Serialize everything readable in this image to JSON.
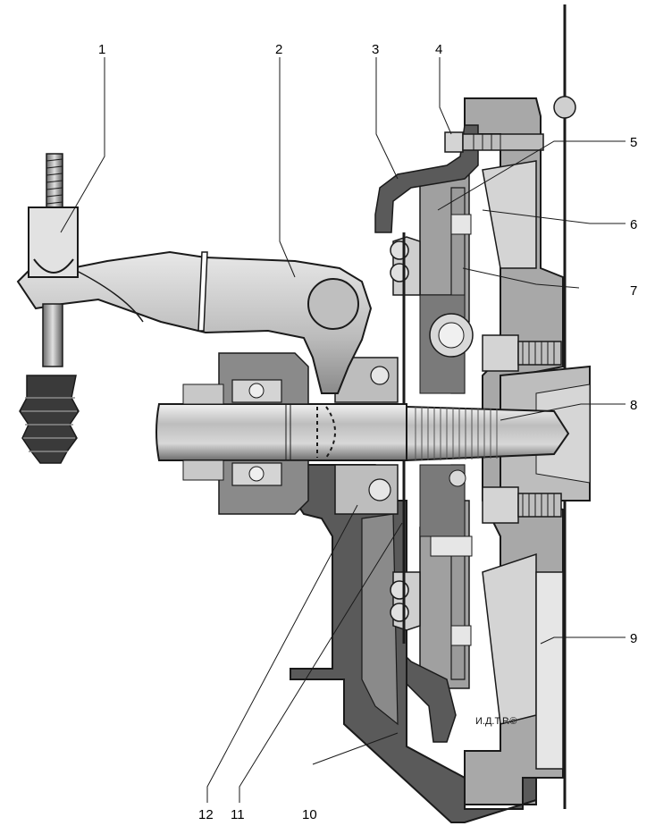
{
  "callouts": [
    {
      "id": "1",
      "text": "1"
    },
    {
      "id": "2",
      "text": "2"
    },
    {
      "id": "3",
      "text": "3"
    },
    {
      "id": "4",
      "text": "4"
    },
    {
      "id": "5",
      "text": "5"
    },
    {
      "id": "6",
      "text": "6"
    },
    {
      "id": "7",
      "text": "7"
    },
    {
      "id": "8",
      "text": "8"
    },
    {
      "id": "9",
      "text": "9"
    },
    {
      "id": "10",
      "text": "10"
    },
    {
      "id": "11",
      "text": "11"
    },
    {
      "id": "12",
      "text": "12"
    }
  ],
  "watermark": "И.Д.Т.Р.©",
  "colors": {
    "metal_light": "#d4d4d4",
    "metal_mid": "#a8a8a8",
    "metal_dark": "#6e6e6e",
    "section": "#5a5a5a",
    "outline": "#1a1a1a",
    "boot": "#3a3a3a"
  }
}
